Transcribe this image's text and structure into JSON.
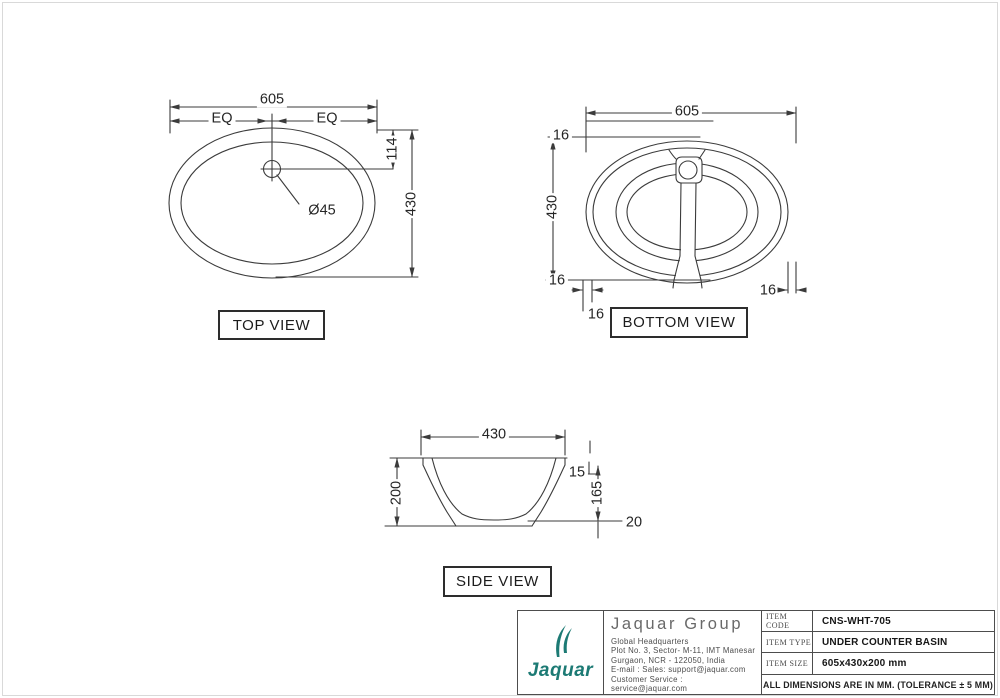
{
  "views": {
    "top": {
      "title": "TOP VIEW",
      "width": "605",
      "eq_left": "EQ",
      "eq_right": "EQ",
      "hole_offset": "114",
      "height": "430",
      "hole_dia": "Ø45"
    },
    "bottom": {
      "title": "BOTTOM VIEW",
      "width": "605",
      "height": "430",
      "rim_top": "16",
      "rim_bottom": "16",
      "rim_gap": "16",
      "rim_right": "16"
    },
    "side": {
      "title": "SIDE VIEW",
      "width": "430",
      "height": "200",
      "rim_depth": "15",
      "bowl_depth": "165",
      "base_height": "20"
    }
  },
  "title_block": {
    "logo_wordmark": "Jaquar",
    "company": "Jaquar Group",
    "address_lines": [
      "Global Headquarters",
      "Plot No. 3, Sector- M-11, IMT Manesar",
      "Gurgaon, NCR - 122050, India",
      "E-mail : Sales: support@jaquar.com",
      "Customer Service : service@jaquar.com"
    ],
    "rows": [
      {
        "label": "ITEM CODE",
        "value": "CNS-WHT-705"
      },
      {
        "label": "ITEM TYPE",
        "value": "UNDER COUNTER BASIN"
      },
      {
        "label": "ITEM SIZE",
        "value": "605x430x200 mm"
      }
    ],
    "tolerance_note": "ALL DIMENSIONS ARE IN MM. (TOLERANCE ± 5 MM)",
    "colors": {
      "logo_teal": "#1c7a74",
      "line": "#3b3b3b"
    }
  }
}
